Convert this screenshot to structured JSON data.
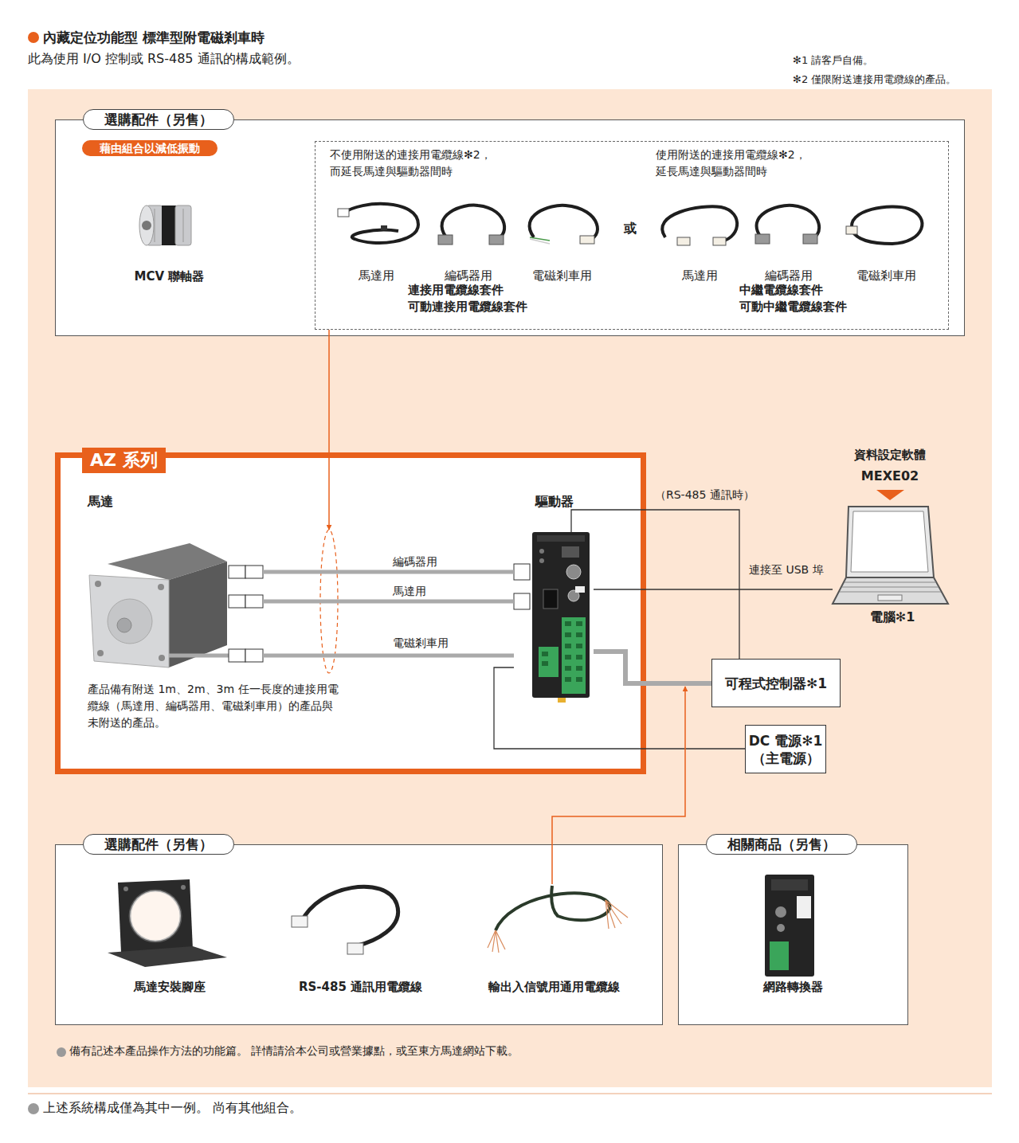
{
  "diagram": {
    "title": "內藏定位功能型 標準型附電磁剎車時",
    "caption": "上述系統構成僅為其中一例。 尚有其他組合。",
    "nodes": [
      {
        "text": [
          "選購配件（另售）"
        ]
      },
      {
        "text": [
          "藉由組合以減低振動"
        ],
        "in": 0
      },
      {
        "text": [
          "MCV 聯軸器"
        ],
        "in": 0
      },
      {
        "text": [
          "不使用附送的連接用電纜線✻2， 而延長馬達與驅動器間時",
          "使用附送的連接用電纜線✻2， 延長馬達與驅動器間時"
        ],
        "in": 0
      },
      {
        "text": [
          "AZ 系列"
        ]
      },
      {
        "text": [
          "馬達"
        ],
        "in": 4
      },
      {
        "text": [
          "驅動器"
        ],
        "in": 4
      },
      {
        "text": [
          "電腦✻1"
        ]
      },
      {
        "text": [
          "可程式控制器✻1"
        ]
      },
      {
        "text": [
          "DC 電源✻1 （主電源）"
        ]
      },
      {
        "text": [
          "選購配件（另售）"
        ]
      },
      {
        "text": [
          "馬達安裝腳座"
        ],
        "in": 10
      },
      {
        "text": [
          "RS-485 通訊用電纜線"
        ],
        "in": 10
      },
      {
        "text": [
          "輸出入信號用通用電纜線"
        ],
        "in": 10
      },
      {
        "text": [
          "相關商品（另售）"
        ]
      },
      {
        "text": [
          "網路轉換器"
        ],
        "in": 14
      }
    ],
    "edges": [
      {
        "from": 5,
        "to": 6,
        "arrow": "none",
        "label": "編碼器用"
      },
      {
        "from": 5,
        "to": 6,
        "arrow": "none",
        "label": "馬達用"
      },
      {
        "from": 5,
        "to": 6,
        "arrow": "none",
        "label": "電磁剎車用"
      },
      {
        "from": 3,
        "to": 4,
        "arrow": "to"
      },
      {
        "from": 6,
        "to": 7,
        "arrow": "none",
        "label": "連接至 USB 埠"
      },
      {
        "from": 6,
        "to": 8,
        "arrow": "none",
        "label": "（RS-485 通訊時）"
      },
      {
        "from": 6,
        "to": 8,
        "arrow": "none"
      },
      {
        "from": 6,
        "to": 9,
        "arrow": "none"
      },
      {
        "from": 13,
        "to": 8,
        "arrow": "to"
      }
    ],
    "labels": [
      "此為使用 I/O 控制或 RS-485 通訊的構成範例。",
      "✻1 請客戶自備。",
      "✻2 僅限附送連接用電纜線的產品。",
      "馬達用",
      "編碼器用",
      "電磁剎車用",
      "或",
      "馬達用",
      "編碼器用",
      "電磁剎車用",
      "連接用電纜線套件",
      "可動連接用電纜線套件",
      "中繼電纜線套件",
      "可動中繼電纜線套件",
      "產品備有附送 1m、2m、3m 任一長度的連接用電纜線（馬達用、編碼器用、電磁剎車用）的產品與未附送的產品。",
      "資料設定軟體",
      "MEXE02",
      "備有記述本產品操作方法的功能篇。 詳情請洽本公司或營業據點，或至東方馬達網站下載。"
    ]
  }
}
